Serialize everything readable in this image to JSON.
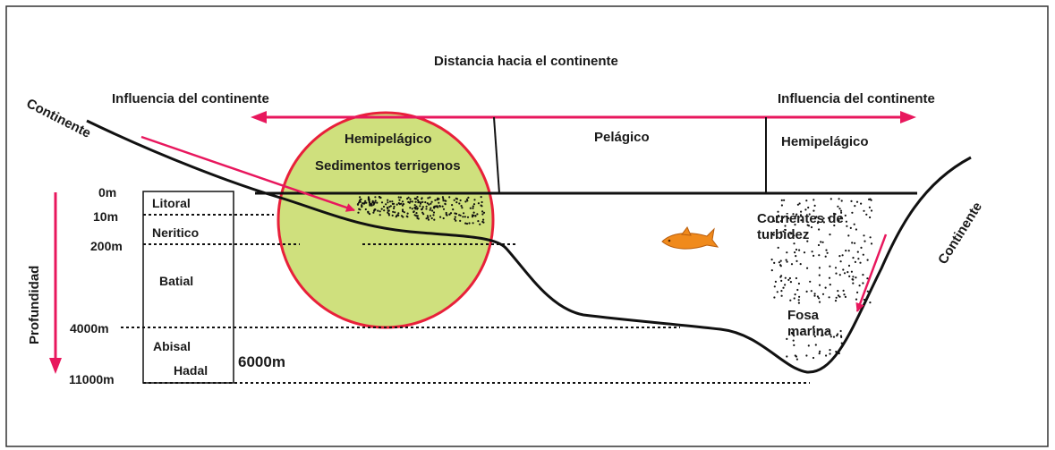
{
  "title": "Distancia hacia el continente",
  "influence_left": "Influencia del continente",
  "influence_right": "Influencia del continente",
  "continent_left": "Continente",
  "continent_right": "Continente",
  "depth_axis": "Profundidad",
  "zones_top": {
    "hemipelagic_left": "Hemipelágico",
    "terrigenous": "Sedimentos terrigenos",
    "pelagic": "Pelágico",
    "hemipelagic_right": "Hemipelágico"
  },
  "depths": [
    "0m",
    "10m",
    "200m",
    "4000m",
    "11000m"
  ],
  "zones": {
    "litoral": "Litoral",
    "neritico": "Neritico",
    "batial": "Batial",
    "abisal": "Abisal",
    "hadal": "Hadal"
  },
  "depth_6000": "6000m",
  "turbidity": "Corrientes de turbidez",
  "trench": "Fosa marina",
  "colors": {
    "arrow": "#e8175d",
    "circle_fill": "#cfe07d",
    "circle_stroke": "#e8203a",
    "fish": "#f08a1c",
    "frame": "#333333"
  }
}
